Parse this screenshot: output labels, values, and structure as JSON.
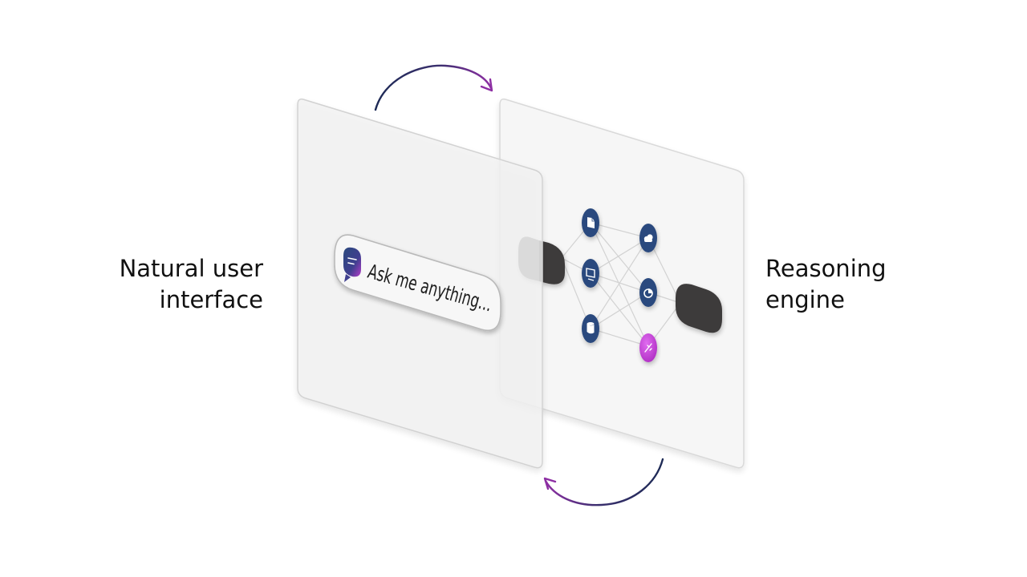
{
  "labels": {
    "left": {
      "line1": "Natural user",
      "line2": "interface"
    },
    "right": {
      "line1": "Reasoning",
      "line2": "engine"
    }
  },
  "search": {
    "placeholder": "Ask me anything..."
  },
  "colors": {
    "navy": "#2b4a7e",
    "purple": "#c43ad1",
    "arrow_dark": "#1d2a55",
    "arrow_purple": "#8d2fa3",
    "connector_gray": "#6b6b6b",
    "connector_dark": "#3e3a3a",
    "panel_fill": "#f4f4f4",
    "panel_stroke": "#d6d6d6"
  },
  "network": {
    "input_nodes": [
      {
        "icon": "document-icon"
      },
      {
        "icon": "monitor-icon"
      },
      {
        "icon": "database-icon"
      }
    ],
    "output_nodes": [
      {
        "icon": "cloud-icon"
      },
      {
        "icon": "pie-chart-icon"
      },
      {
        "icon": "sparkle-icon",
        "highlighted": true
      }
    ]
  }
}
